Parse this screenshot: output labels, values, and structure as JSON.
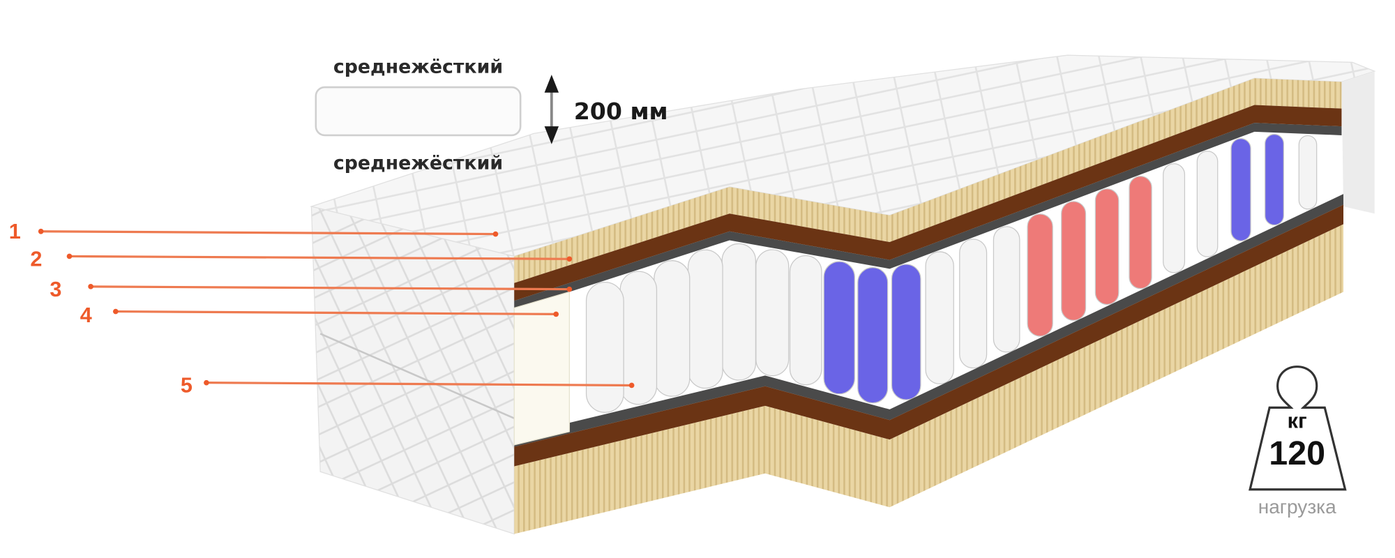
{
  "firmness": {
    "top": "среднежёсткий",
    "bottom": "среднежёсткий",
    "height": "200 мм"
  },
  "layers": [
    {
      "number": "1"
    },
    {
      "number": "2"
    },
    {
      "number": "3"
    },
    {
      "number": "4"
    },
    {
      "number": "5"
    }
  ],
  "load": {
    "unit": "кг",
    "value": "120",
    "label": "нагрузка"
  },
  "colors": {
    "accent": "#ee5a2a",
    "latex": "#e8d3a0",
    "coir": "#6b3414",
    "felt": "#4a4a4a",
    "spring_white": "#f4f4f4",
    "spring_blue": "#6a64e6",
    "spring_red": "#ee7a78"
  },
  "spring_zones": [
    {
      "color": "spring_white",
      "count": 7
    },
    {
      "color": "spring_blue",
      "count": 3
    },
    {
      "color": "spring_white",
      "count": 3
    },
    {
      "color": "spring_red",
      "count": 4
    },
    {
      "color": "spring_white",
      "count": 2
    },
    {
      "color": "spring_blue",
      "count": 2
    },
    {
      "color": "spring_white",
      "count": 1
    }
  ]
}
